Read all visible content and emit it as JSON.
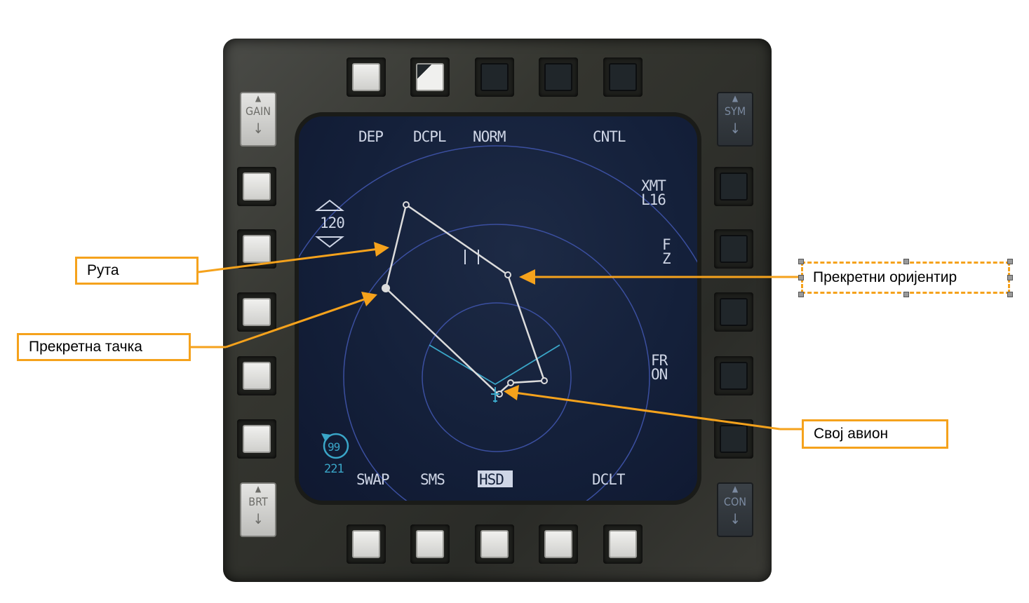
{
  "top_osb": {
    "dep": "DEP",
    "dcpl": "DCPL",
    "norm": "NORM",
    "cntl": "CNTL"
  },
  "right_osb": {
    "xmt": "XMT",
    "l16": "L16",
    "f": "F",
    "z": "Z",
    "fr": "FR",
    "on": "ON"
  },
  "bottom_osb": {
    "swap": "SWAP",
    "sms": "SMS",
    "hsd": "HSD",
    "dclt": "DCLT"
  },
  "range": {
    "value": "120"
  },
  "rockers": {
    "gain": "GAIN",
    "sym": "SYM",
    "brt": "BRT",
    "con": "CON"
  },
  "bullseye": {
    "bearing": "99",
    "range": "221"
  },
  "callouts": {
    "route": "Рута",
    "steerpoint": "Прекретна тачка",
    "landmark": "Прекретни оријентир",
    "ownship": "Свој авион"
  },
  "colors": {
    "callout_border": "#f5a21c",
    "arrow": "#f5a21c",
    "route": "#dcdcdc",
    "rings": "#3b4fa0",
    "cyan": "#3aa6c8"
  }
}
